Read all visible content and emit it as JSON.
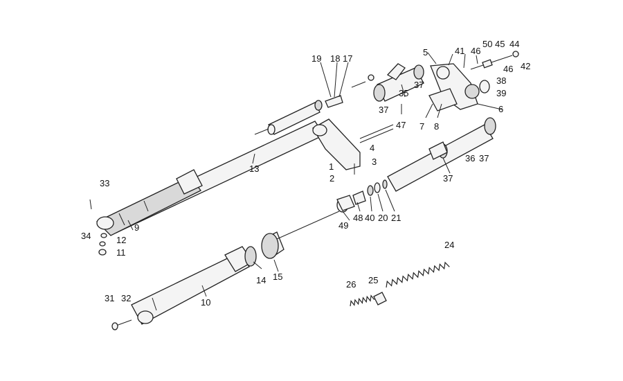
{
  "diagram": {
    "labels": {
      "p1": "1",
      "p2": "2",
      "p3": "3",
      "p4": "4",
      "p5": "5",
      "p6": "6",
      "p7": "7",
      "p8": "8",
      "p9": "9",
      "p10": "10",
      "p11": "11",
      "p12": "12",
      "p13": "13",
      "p14": "14",
      "p15": "15",
      "p17": "17",
      "p18": "18",
      "p19": "19",
      "p20": "20",
      "p21": "21",
      "p24": "24",
      "p25": "25",
      "p26": "26",
      "p31": "31",
      "p32": "32",
      "p33": "33",
      "p34": "34",
      "p35": "35",
      "p36": "36",
      "p37a": "37",
      "p37b": "37",
      "p37c": "37",
      "p37d": "37",
      "p38": "38",
      "p39": "39",
      "p40": "40",
      "p41": "41",
      "p42": "42",
      "p44": "44",
      "p45": "45",
      "p46a": "46",
      "p46b": "46",
      "p47": "47",
      "p48": "48",
      "p49": "49",
      "p50": "50"
    }
  }
}
